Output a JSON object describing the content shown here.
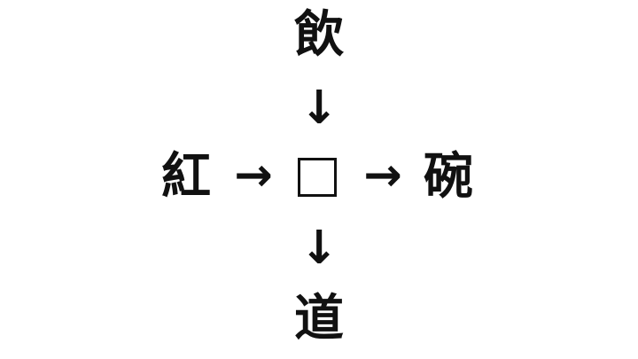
{
  "puzzle": {
    "top": "飲",
    "left": "紅",
    "right": "碗",
    "bottom": "道",
    "arrow_down": "↓",
    "arrow_right": "→"
  }
}
